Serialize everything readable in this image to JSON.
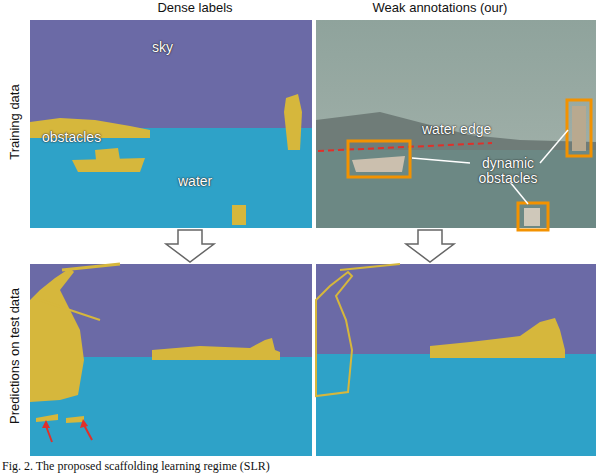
{
  "diagram": {
    "caption": "Fig. 2. The proposed scaffolding learning regime (SLR)",
    "nodes": [
      {
        "text": [
          "sky",
          "obstacles",
          "water"
        ]
      },
      {
        "text": [
          "water edge",
          "dynamic obstacles"
        ]
      }
    ],
    "labels": [
      "Dense labels",
      "Weak annotations (our)",
      "Training data",
      "Predictions on test data"
    ]
  }
}
